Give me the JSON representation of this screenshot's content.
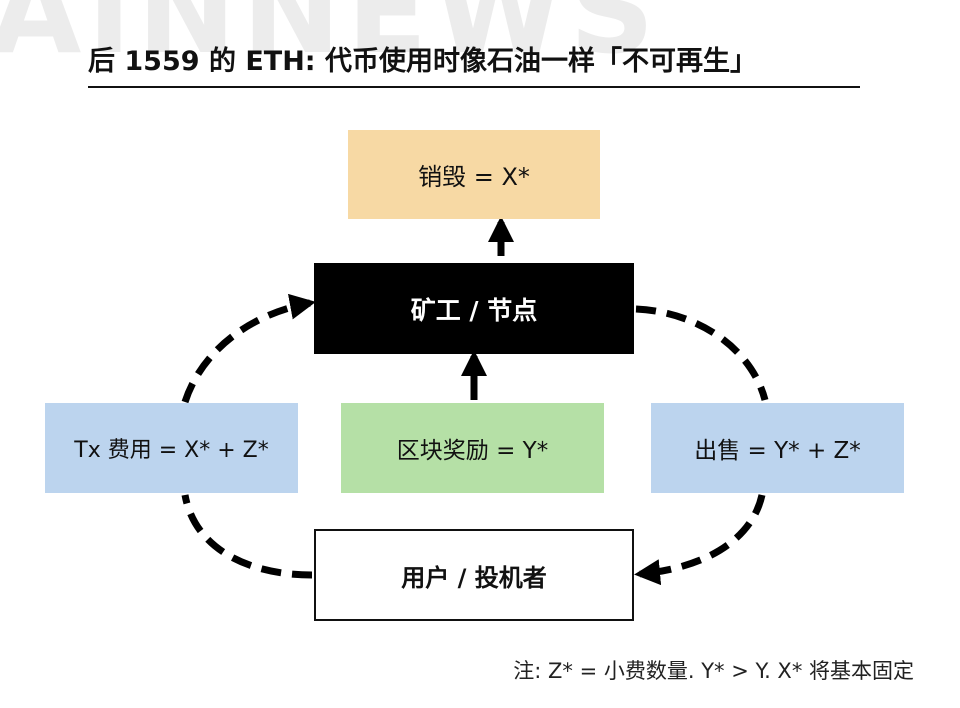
{
  "watermark": "AINNEWS",
  "title": "后 1559 的 ETH: 代币使用时像石油一样「不可再生」",
  "nodes": {
    "burn": "销毁 = X*",
    "miners": "矿工 / 节点",
    "tx_fees": "Tx 费用 = X* + Z*",
    "block_reward": "区块奖励 = Y*",
    "sell": "出售 = Y* + Z*",
    "users": "用户 / 投机者"
  },
  "note": "注: Z* = 小费数量. Y* > Y. X* 将基本固定",
  "colors": {
    "burn": "#f7d9a4",
    "miners": "#000000",
    "fees_sell": "#bcd4ee",
    "reward": "#b5e0a6"
  }
}
